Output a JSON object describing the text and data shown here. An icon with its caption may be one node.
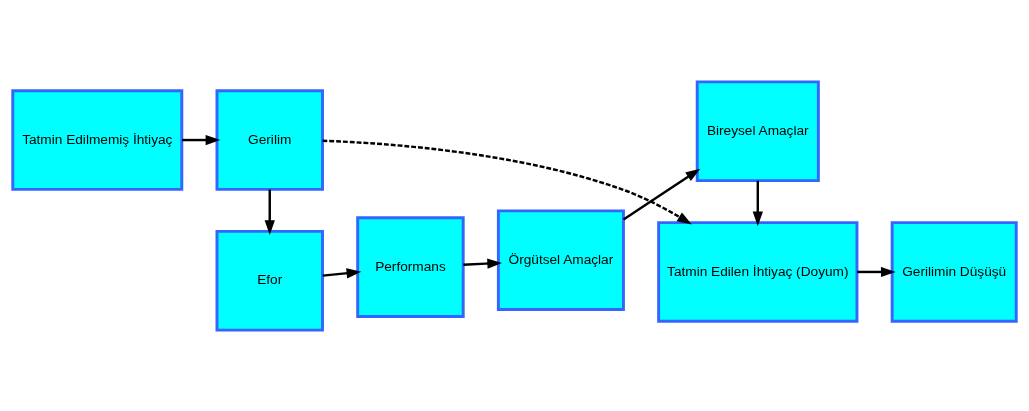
{
  "diagram": {
    "nodes": [
      {
        "text": [
          "Tatmin Edilmemiş İhtiyaç"
        ]
      },
      {
        "text": [
          "Gerilim"
        ]
      },
      {
        "text": [
          "Tatmin Edilen İhtiyaç (Doyum)"
        ]
      },
      {
        "text": [
          "Gerilimin Düşüşü"
        ]
      },
      {
        "text": [
          "Efor"
        ]
      },
      {
        "text": [
          "Performans"
        ]
      },
      {
        "text": [
          "Örgütsel Amaçlar"
        ]
      },
      {
        "text": [
          "Bireysel Amaçlar"
        ]
      }
    ],
    "edges": [
      {
        "from": 0,
        "to": 1,
        "arrow": "to"
      },
      {
        "from": 1,
        "to": 2,
        "arrow": "to",
        "style": "dashed"
      },
      {
        "from": 2,
        "to": 3,
        "arrow": "to"
      },
      {
        "from": 1,
        "to": 4,
        "arrow": "to"
      },
      {
        "from": 4,
        "to": 5,
        "arrow": "to"
      },
      {
        "from": 5,
        "to": 6,
        "arrow": "to"
      },
      {
        "from": 6,
        "to": 7,
        "arrow": "to"
      },
      {
        "from": 7,
        "to": 2,
        "arrow": "to"
      }
    ]
  }
}
